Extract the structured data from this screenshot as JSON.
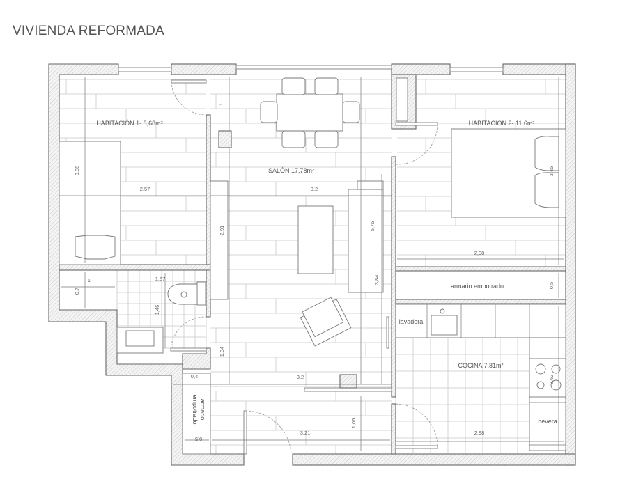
{
  "title": "VIVIENDA REFORMADA",
  "rooms": {
    "habitacion1": "HABITACIÓN 1- 8,68m²",
    "salon": "SALÓN 17,78m²",
    "habitacion2": "HABITACIÓN 2- 11,6m²",
    "armario_hab2": "armario  empotrado",
    "lavadora": "lavadora",
    "cocina": "COCINA 7,81m²",
    "nevera": "nevera",
    "armario_entrada_1": "armario",
    "armario_entrada_2": "empotrado"
  },
  "dimensions": {
    "hab1_length": "3,38",
    "hab1_width": "2,57",
    "salon_column": "1",
    "salon_width_top": "3,2",
    "salon_wall": "2,91",
    "salon_length": "5,76",
    "hab2_length": "3,45",
    "hab2_width": "2,98",
    "armario_depth": "0,5",
    "salon_sofa": "3,84",
    "bath_a": "1",
    "bath_b": "0,7",
    "bath_width": "1,57",
    "bath_length": "1,46",
    "salon_lower": "1,34",
    "salon_width_bottom": "3,2",
    "entry_armario_width": "0,4",
    "entry_armario_depth": "0,5",
    "hall_width": "3,21",
    "hall_depth": "1,06",
    "cocina_width": "2,98",
    "cocina_length": "2,62"
  },
  "colors": {
    "wall_stroke": "#666666",
    "floor_lines": "#c9c9c9",
    "text": "#555555"
  }
}
